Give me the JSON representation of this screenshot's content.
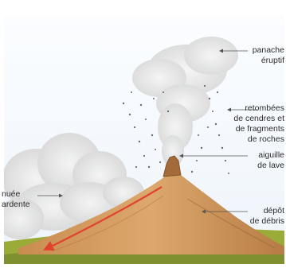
{
  "labels": {
    "panache_eruptif": [
      "panache",
      "éruptif"
    ],
    "retombees": [
      "retombées",
      "de cendres et",
      "de fragments",
      "de roches"
    ],
    "aiguille": [
      "aiguille",
      "de lave"
    ],
    "depot": [
      "dépôt",
      "de débris"
    ],
    "nuee": [
      "nuée",
      "ardente"
    ]
  },
  "colors": {
    "sky": "#f2f7fc",
    "volcano_light": "#d6a164",
    "volcano_dark": "#a8713f",
    "ground": "#9bab38",
    "cloud": "#d9d9d9",
    "arrow": "#e0432f",
    "leader": "#555555"
  }
}
